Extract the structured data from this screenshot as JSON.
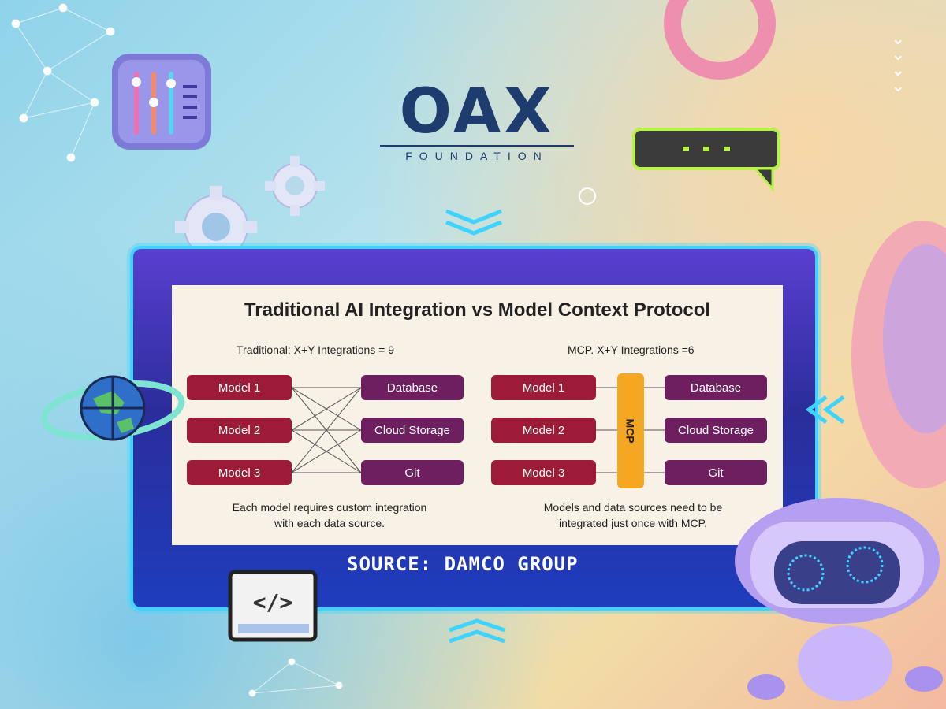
{
  "logo": {
    "main": "OAX",
    "sub": "FOUNDATION"
  },
  "diagram": {
    "title": "Traditional AI Integration vs Model Context Protocol",
    "left": {
      "subtitle": "Traditional: X+Y Integrations = 9",
      "models": [
        "Model 1",
        "Model 2",
        "Model 3"
      ],
      "sources": [
        "Database",
        "Cloud Storage",
        "Git"
      ],
      "caption_line1": "Each model requires custom integration",
      "caption_line2": "with each data source."
    },
    "right": {
      "subtitle": "MCP. X+Y Integrations =6",
      "models": [
        "Model 1",
        "Model 2",
        "Model 3"
      ],
      "hub": "MCP",
      "sources": [
        "Database",
        "Cloud Storage",
        "Git"
      ],
      "caption_line1": "Models and data sources need to be",
      "caption_line2": "integrated just once with MCP."
    }
  },
  "source_label": "SOURCE: DAMCO GROUP",
  "icons": [
    "mixer-app-icon",
    "gear-icon",
    "chat-bubble-icon",
    "globe-icon",
    "code-icon",
    "robot-icon",
    "chevron-icon"
  ],
  "colors": {
    "model": "#9c1b36",
    "source": "#6e1f5f",
    "mcp": "#f5a623",
    "frame": "#3fd3ff",
    "brand": "#1f3c6e"
  }
}
